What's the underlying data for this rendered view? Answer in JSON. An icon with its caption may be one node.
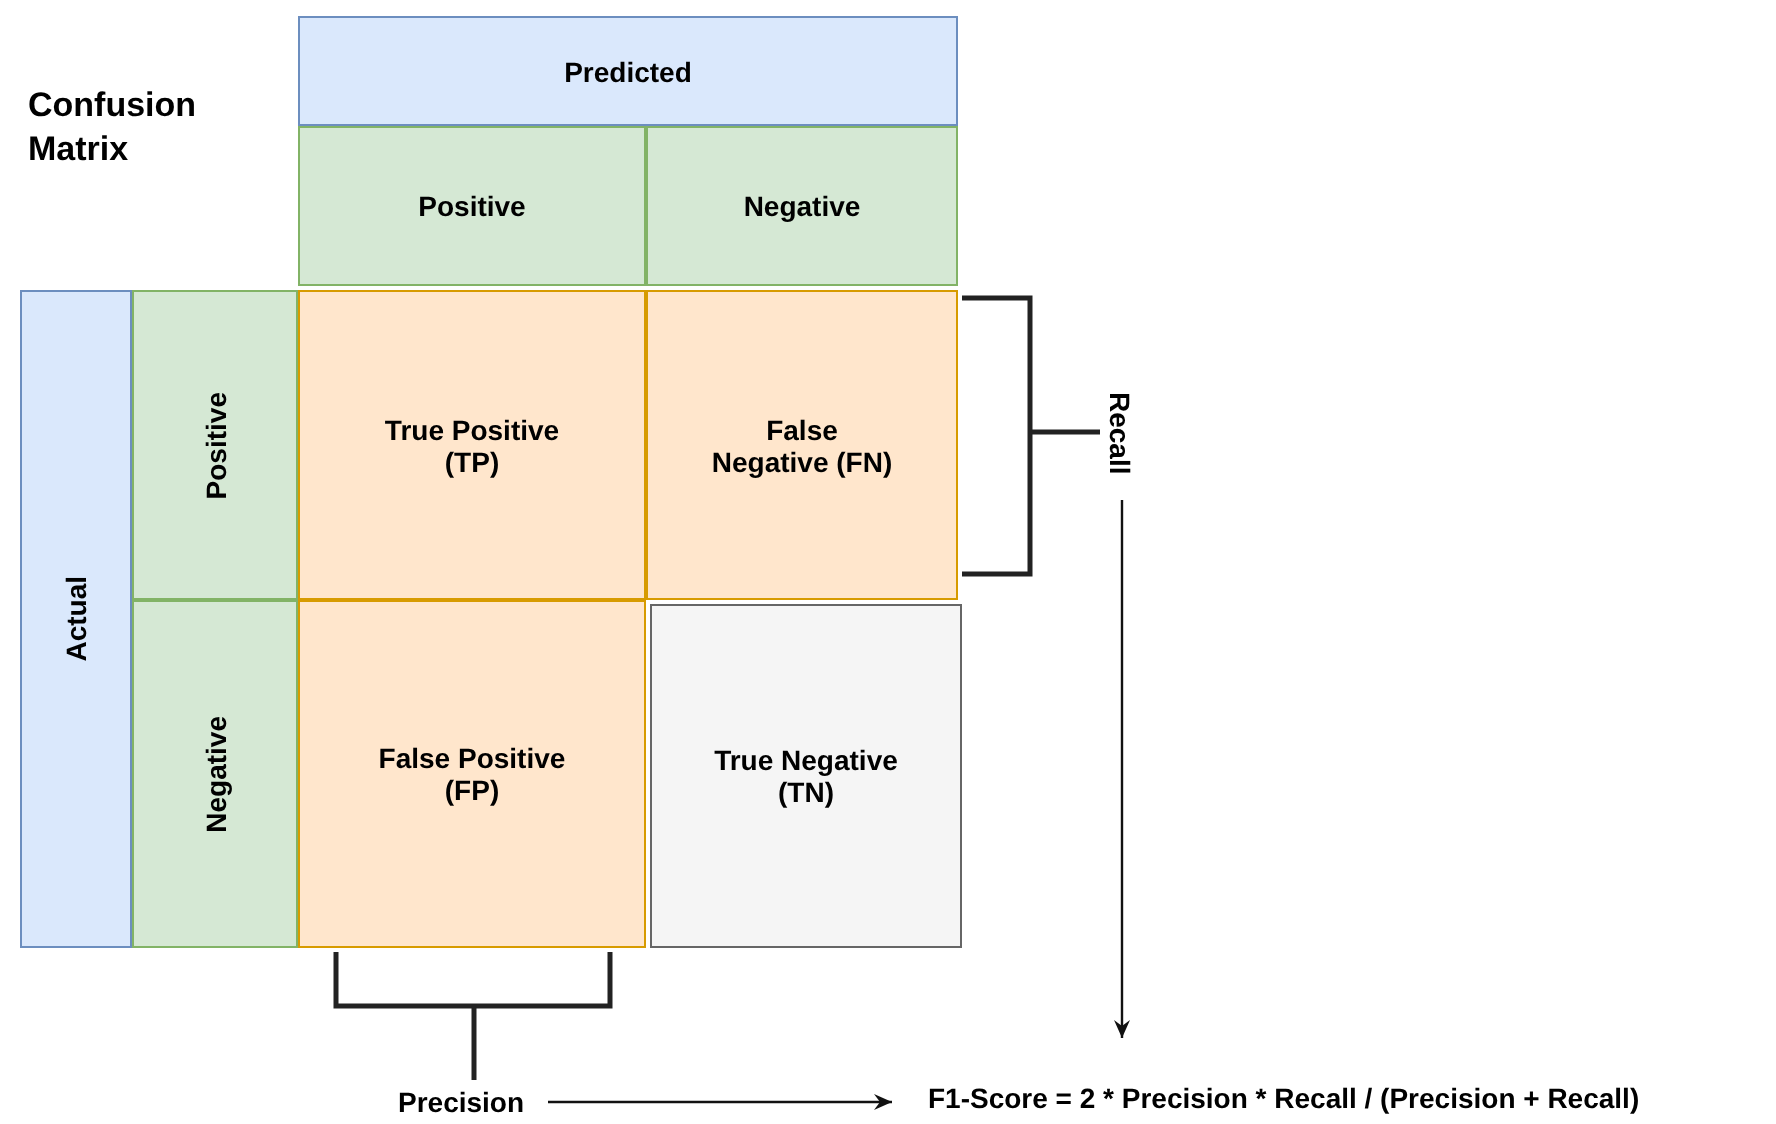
{
  "diagram": {
    "title": "Confusion Matrix",
    "nodes": [
      {
        "text": [
          "Predicted"
        ]
      },
      {
        "text": [
          "Positive"
        ]
      },
      {
        "text": [
          "Negative"
        ]
      },
      {
        "text": [
          "Actual"
        ]
      },
      {
        "text": [
          "Positive"
        ]
      },
      {
        "text": [
          "Negative"
        ]
      },
      {
        "text": [
          "True Positive (TP)"
        ]
      },
      {
        "text": [
          "False Negative (FN)"
        ]
      },
      {
        "text": [
          "False Positive (FP)"
        ]
      },
      {
        "text": [
          "True Negative (TN)"
        ]
      },
      {
        "text": [
          "Recall"
        ]
      },
      {
        "text": [
          "Precision"
        ]
      },
      {
        "text": [
          "F1-Score = 2 * Precision * Recall / (Precision + Recall)"
        ]
      }
    ],
    "edges": [
      {
        "from": 10,
        "to": 12,
        "arrow": "to"
      },
      {
        "from": 11,
        "to": 12,
        "arrow": "to"
      }
    ]
  }
}
